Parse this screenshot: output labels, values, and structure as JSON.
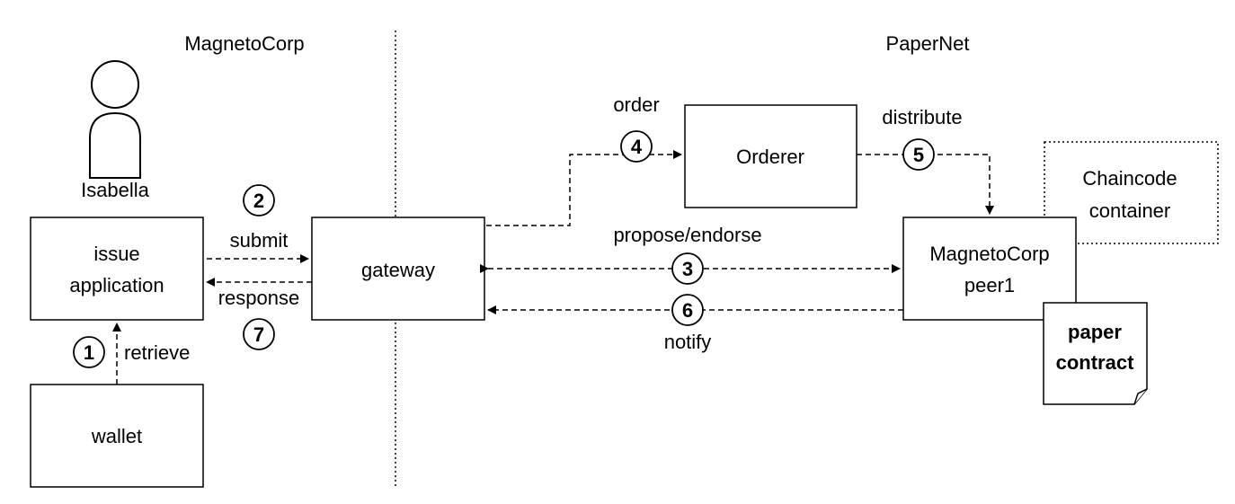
{
  "sections": {
    "left": "MagnetoCorp",
    "right": "PaperNet"
  },
  "actor": {
    "name": "Isabella"
  },
  "components": {
    "issue_application": [
      "issue",
      "application"
    ],
    "wallet": "wallet",
    "gateway": "gateway",
    "orderer": "Orderer",
    "peer": [
      "MagnetoCorp",
      "peer1"
    ],
    "chaincode": [
      "Chaincode",
      "container"
    ],
    "contract": [
      "paper",
      "contract"
    ]
  },
  "steps": {
    "retrieve": {
      "number": "1",
      "label": "retrieve"
    },
    "submit": {
      "number": "2",
      "label": "submit"
    },
    "propose": {
      "number": "3",
      "label": "propose/endorse"
    },
    "order": {
      "number": "4",
      "label": "order"
    },
    "distribute": {
      "number": "5",
      "label": "distribute"
    },
    "notify": {
      "number": "6",
      "label": "notify"
    },
    "response": {
      "number": "7",
      "label": "response"
    }
  }
}
